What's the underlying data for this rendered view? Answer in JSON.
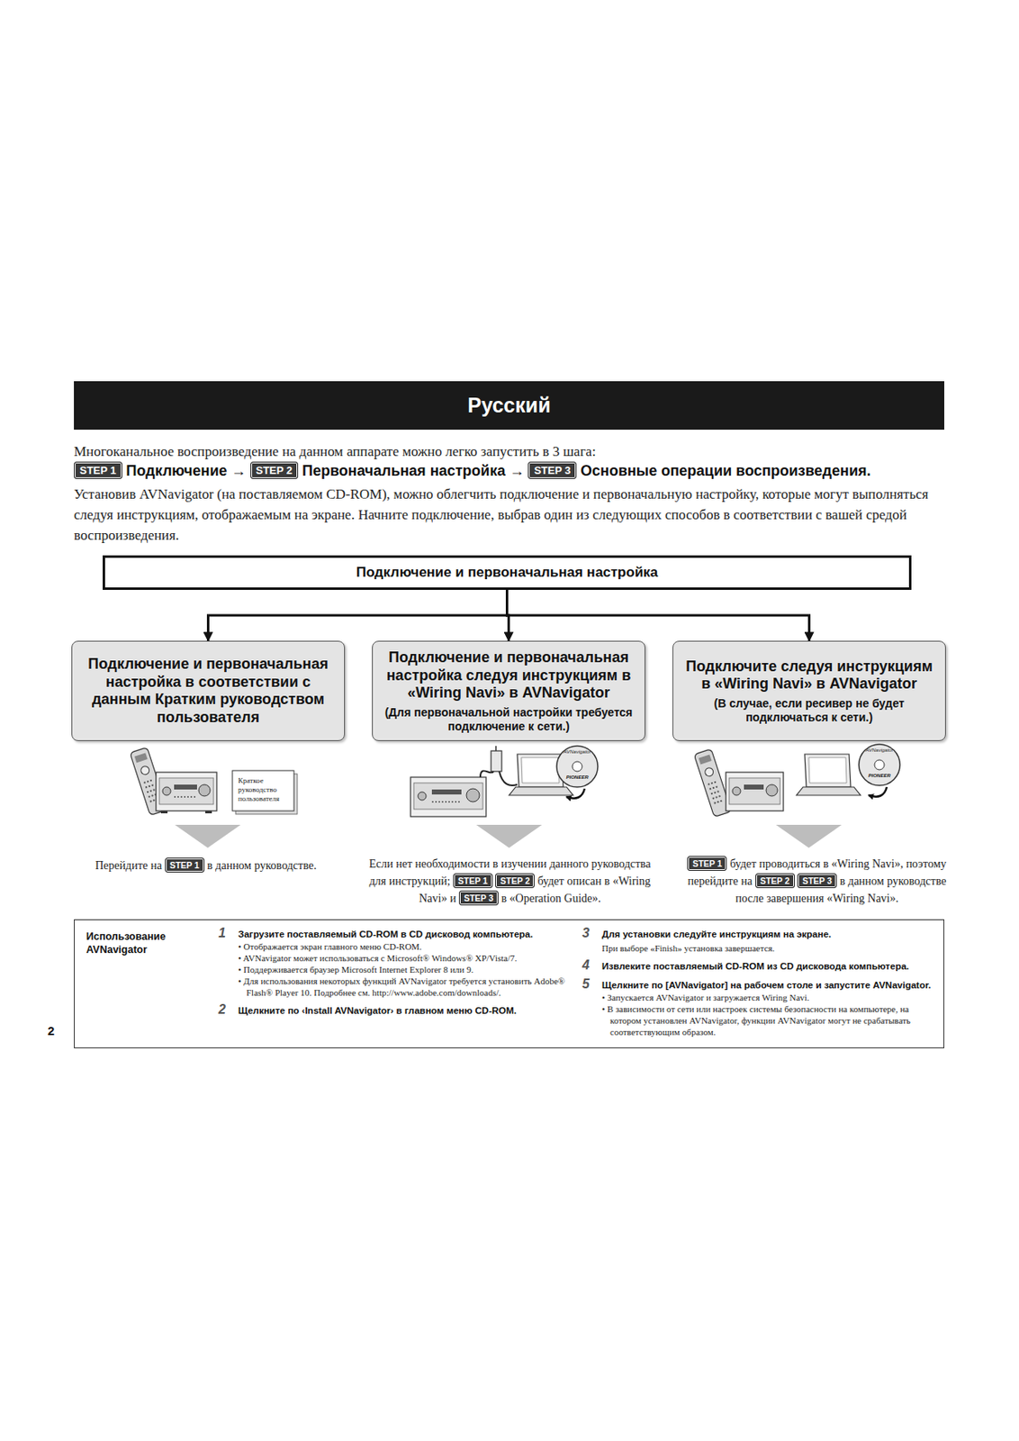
{
  "diagram": {
    "title": "Русский",
    "nodes": [
      {
        "text": [
          "Подключение и первоначальная настройка"
        ]
      },
      {
        "text": [
          "Подключение и первоначальная настройка в соответствии с данным Кратким руководством пользователя"
        ]
      },
      {
        "text": [
          "Подключение и первоначальная настройка следуя инструкциям в «Wiring Navi» в AVNavigator",
          "(Для первоначальной настройки требуется подключение к сети.)"
        ]
      },
      {
        "text": [
          "Подключите следуя инструкциям в «Wiring Navi» в AVNavigator",
          "(В случае, если ресивер не будет подключаться к сети.)"
        ]
      },
      {
        "text": [
          "Использование AVNavigator",
          "1",
          "Загрузите поставляемый CD-ROM в CD дисковод компьютера.",
          "• Отображается экран главного меню CD-ROM.",
          "• AVNavigator может использоваться с Microsoft® Windows® XP/Vista/7.",
          "• Поддерживается браузер Microsoft Internet Explorer 8 или 9.",
          "• Для использования некоторых функций AVNavigator требуется установить Adobe® Flash® Player 10. Подробнее см. http://www.adobe.com/downloads/.",
          "2",
          "Щелкните по ‹Install AVNavigator› в главном меню CD-ROM.",
          "3",
          "Для установки следуйте инструкциям на экране.",
          "При выборе «Finish» установка завершается.",
          "4",
          "Извлеките поставляемый CD-ROM из CD дисковода компьютера.",
          "5",
          "Щелкните по [AVNavigator] на рабочем столе и запустите AVNavigator.",
          "• Запускается AVNavigator и загружается Wiring Navi.",
          "• В зависимости от сети или настроек системы безопасности на компьютере, на котором установлен AVNavigator, функции AVNavigator могут не срабатывать соответствующим образом."
        ]
      }
    ],
    "edges": [
      {
        "from": 0,
        "to": 1,
        "arrow": "to"
      },
      {
        "from": 0,
        "to": 2,
        "arrow": "to"
      },
      {
        "from": 0,
        "to": 3,
        "arrow": "to"
      }
    ],
    "labels": [
      "Многоканальное воспроизведение на данном аппарате можно легко запустить в 3 шага:",
      "STEP 1",
      "Подключение",
      "→",
      "STEP 2",
      "Первоначальная настройка",
      "→",
      "STEP 3",
      "Основные операции воспроизведения.",
      "Установив AVNavigator (на поставляемом CD-ROM), можно облегчить подключение и первоначальную настройку, которые могут выполняться следуя инструкциям, отображаемым на экране. Начните подключение, выбрав один из следующих способов в соответствии с вашей средой воспроизведения.",
      "Краткое руководство пользователя",
      "AVNavigator",
      "PIONEER",
      "AVNavigator",
      "PIONEER",
      "Перейдите на",
      "STEP 1",
      "в данном руководстве.",
      "Если нет необходимости в изучении данного руководства для инструкций;",
      "STEP 1",
      "STEP 2",
      "будет описан в «Wiring Navi» и",
      "STEP 3",
      "в «Operation Guide».",
      "STEP 1",
      "будет проводиться в «Wiring Navi», поэтому перейдите на",
      "STEP 2",
      "STEP 3",
      "в данном руководстве после завершения «Wiring Navi».",
      "2"
    ]
  }
}
